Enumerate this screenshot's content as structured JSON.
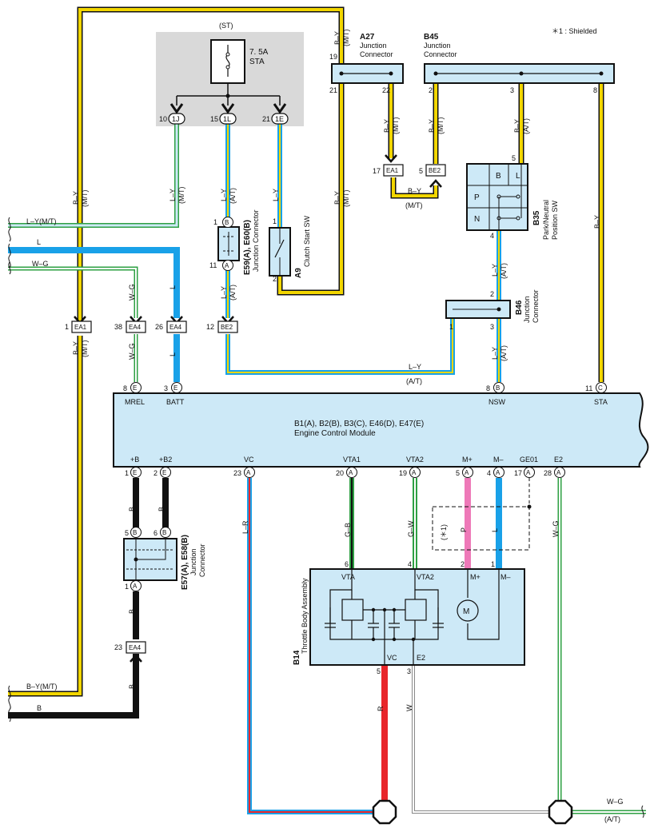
{
  "note": "＊1 : Shielded",
  "fuse": {
    "circuit": "(ST)",
    "amp": "7. 5A",
    "name": "STA",
    "pins": [
      {
        "num": "10",
        "id": "1J"
      },
      {
        "num": "15",
        "id": "1L"
      },
      {
        "num": "21",
        "id": "1E"
      }
    ]
  },
  "a27": {
    "code": "A27",
    "name1": "Junction",
    "name2": "Connector",
    "p19": "19",
    "p21": "21",
    "p22": "22"
  },
  "b45": {
    "code": "B45",
    "name1": "Junction",
    "name2": "Connector",
    "p2": "2",
    "p3": "3",
    "p8": "8"
  },
  "b35": {
    "code": "B35",
    "name1": "Park/Neutral",
    "name2": "Position SW",
    "cells": [
      "B",
      "L",
      "P",
      "N"
    ],
    "p4": "4",
    "p5": "5"
  },
  "a9": {
    "code": "A9",
    "name": "Clutch Start SW",
    "p1": "1",
    "p2": "2"
  },
  "e59": {
    "code": "E59(A), E60(B)",
    "name": "Junction Connector",
    "p1": "1",
    "pB": "B",
    "p11": "11",
    "pA": "A"
  },
  "b46": {
    "code": "B46",
    "name1": "Junction",
    "name2": "Connector",
    "p1": "1",
    "p2": "2",
    "p3": "3",
    "p4": "4"
  },
  "ea1_top": {
    "pin": "17",
    "id": "EA1"
  },
  "be2_top": {
    "pin": "5",
    "id": "BE2"
  },
  "left_connectors": [
    {
      "pin": "1",
      "id": "EA1"
    },
    {
      "pin": "38",
      "id": "EA4"
    },
    {
      "pin": "26",
      "id": "EA4"
    },
    {
      "pin": "12",
      "id": "BE2"
    }
  ],
  "wires": {
    "b_y": "B–Y",
    "mt": "(M/T)",
    "at": "(A/T)",
    "l_y": "L–Y",
    "l": "L",
    "w_g": "W–G",
    "ly_mt": "L–Y(M/T)",
    "by_mt": "B–Y(M/T)",
    "b": "B",
    "l_r": "L–R",
    "g_b": "G–B",
    "g_w": "G–W",
    "p": "P",
    "r": "R",
    "w": "W",
    "shield": "(＊1)"
  },
  "ecm": {
    "codes": "B1(A), B2(B), B3(C), E46(D), E47(E)",
    "name": "Engine Control Module",
    "top_pins": [
      {
        "num": "8",
        "id": "E",
        "label": "MREL"
      },
      {
        "num": "3",
        "id": "E",
        "label": "BATT"
      },
      {
        "num": "8",
        "id": "B",
        "label": "NSW"
      },
      {
        "num": "11",
        "id": "C",
        "label": "STA"
      }
    ],
    "bottom_pins": [
      {
        "num": "1",
        "id": "E",
        "label": "+B"
      },
      {
        "num": "2",
        "id": "E",
        "label": "+B2"
      },
      {
        "num": "23",
        "id": "A",
        "label": "VC"
      },
      {
        "num": "20",
        "id": "A",
        "label": "VTA1"
      },
      {
        "num": "19",
        "id": "A",
        "label": "VTA2"
      },
      {
        "num": "5",
        "id": "A",
        "label": "M+"
      },
      {
        "num": "4",
        "id": "A",
        "label": "M–"
      },
      {
        "num": "17",
        "id": "A",
        "label": "GE01"
      },
      {
        "num": "28",
        "id": "A",
        "label": "E2"
      }
    ]
  },
  "e57": {
    "code": "E57(A), E58(B)",
    "name1": "Junction",
    "name2": "Connector",
    "p5": "5",
    "pB": "B",
    "p6": "6",
    "p1": "1",
    "pA": "A"
  },
  "ea4_low": {
    "pin": "23",
    "id": "EA4"
  },
  "b14": {
    "code": "B14",
    "name": "Throttle Body Assembly",
    "pins": {
      "vta": "VTA",
      "vta2": "VTA2",
      "mp": "M+",
      "mm": "M–",
      "vc": "VC",
      "e2": "E2",
      "n6": "6",
      "n4": "4",
      "n2": "2",
      "n1": "1",
      "n5": "5",
      "n3": "3",
      "motor": "M"
    }
  },
  "colors": {
    "yellow": "#f2d600",
    "green": "#2ea043",
    "blue": "#19a1e8",
    "lightblue": "#cde9f7",
    "pink": "#ee79b8",
    "red": "#e8262b",
    "shade": "#d9d9d9"
  }
}
